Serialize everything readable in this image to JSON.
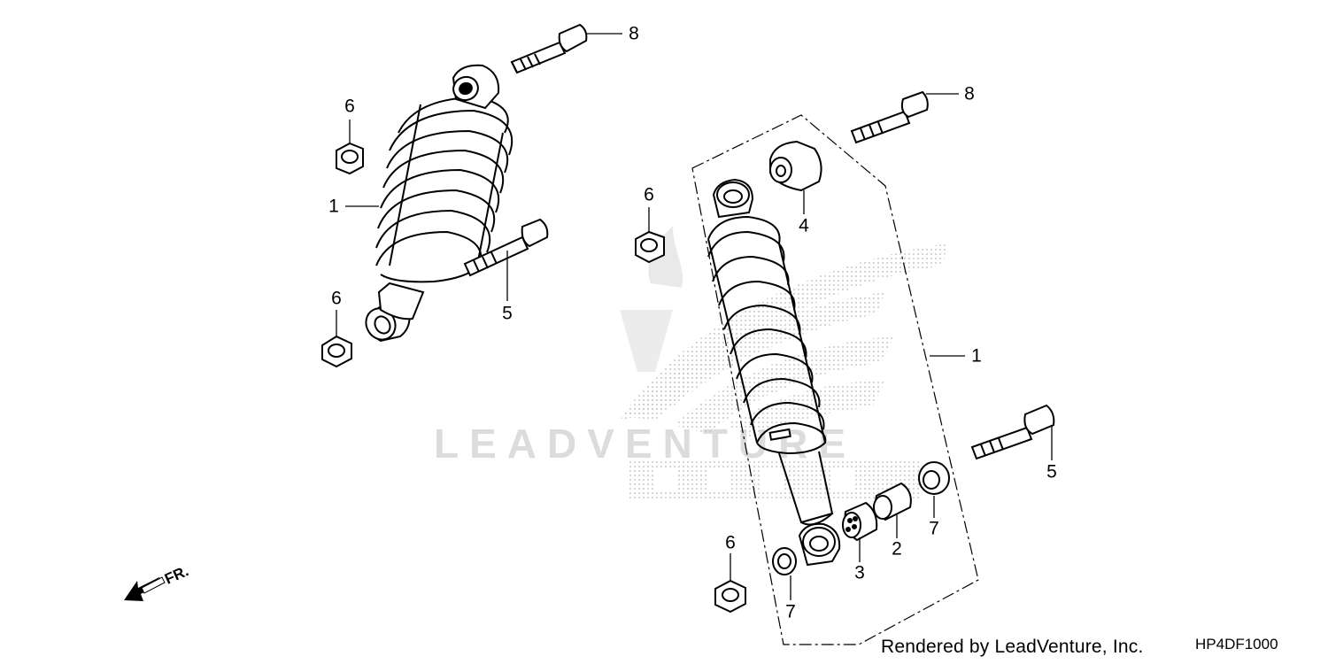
{
  "watermark": {
    "text": "LEADVENTURE"
  },
  "credit": "Rendered by LeadVenture, Inc.",
  "drawing_code": "HP4DF1000",
  "direction_label": "FR.",
  "callouts": [
    {
      "id": "left-shock",
      "num": "1"
    },
    {
      "id": "left-bolt-top",
      "num": "8"
    },
    {
      "id": "left-nut-top",
      "num": "6"
    },
    {
      "id": "left-bolt-lower",
      "num": "5"
    },
    {
      "id": "left-nut-lower",
      "num": "6"
    },
    {
      "id": "right-bolt-top",
      "num": "8"
    },
    {
      "id": "right-bushing-top",
      "num": "4"
    },
    {
      "id": "right-nut-upper",
      "num": "6"
    },
    {
      "id": "right-shock",
      "num": "1"
    },
    {
      "id": "right-bolt-lower",
      "num": "5"
    },
    {
      "id": "right-collar",
      "num": "2"
    },
    {
      "id": "right-bushing-lower",
      "num": "3"
    },
    {
      "id": "right-washer-right",
      "num": "7"
    },
    {
      "id": "right-washer-left",
      "num": "7"
    },
    {
      "id": "right-nut-lower",
      "num": "6"
    }
  ],
  "icons": [
    "front-direction-arrow-icon",
    "honda-wing-watermark-icon"
  ]
}
